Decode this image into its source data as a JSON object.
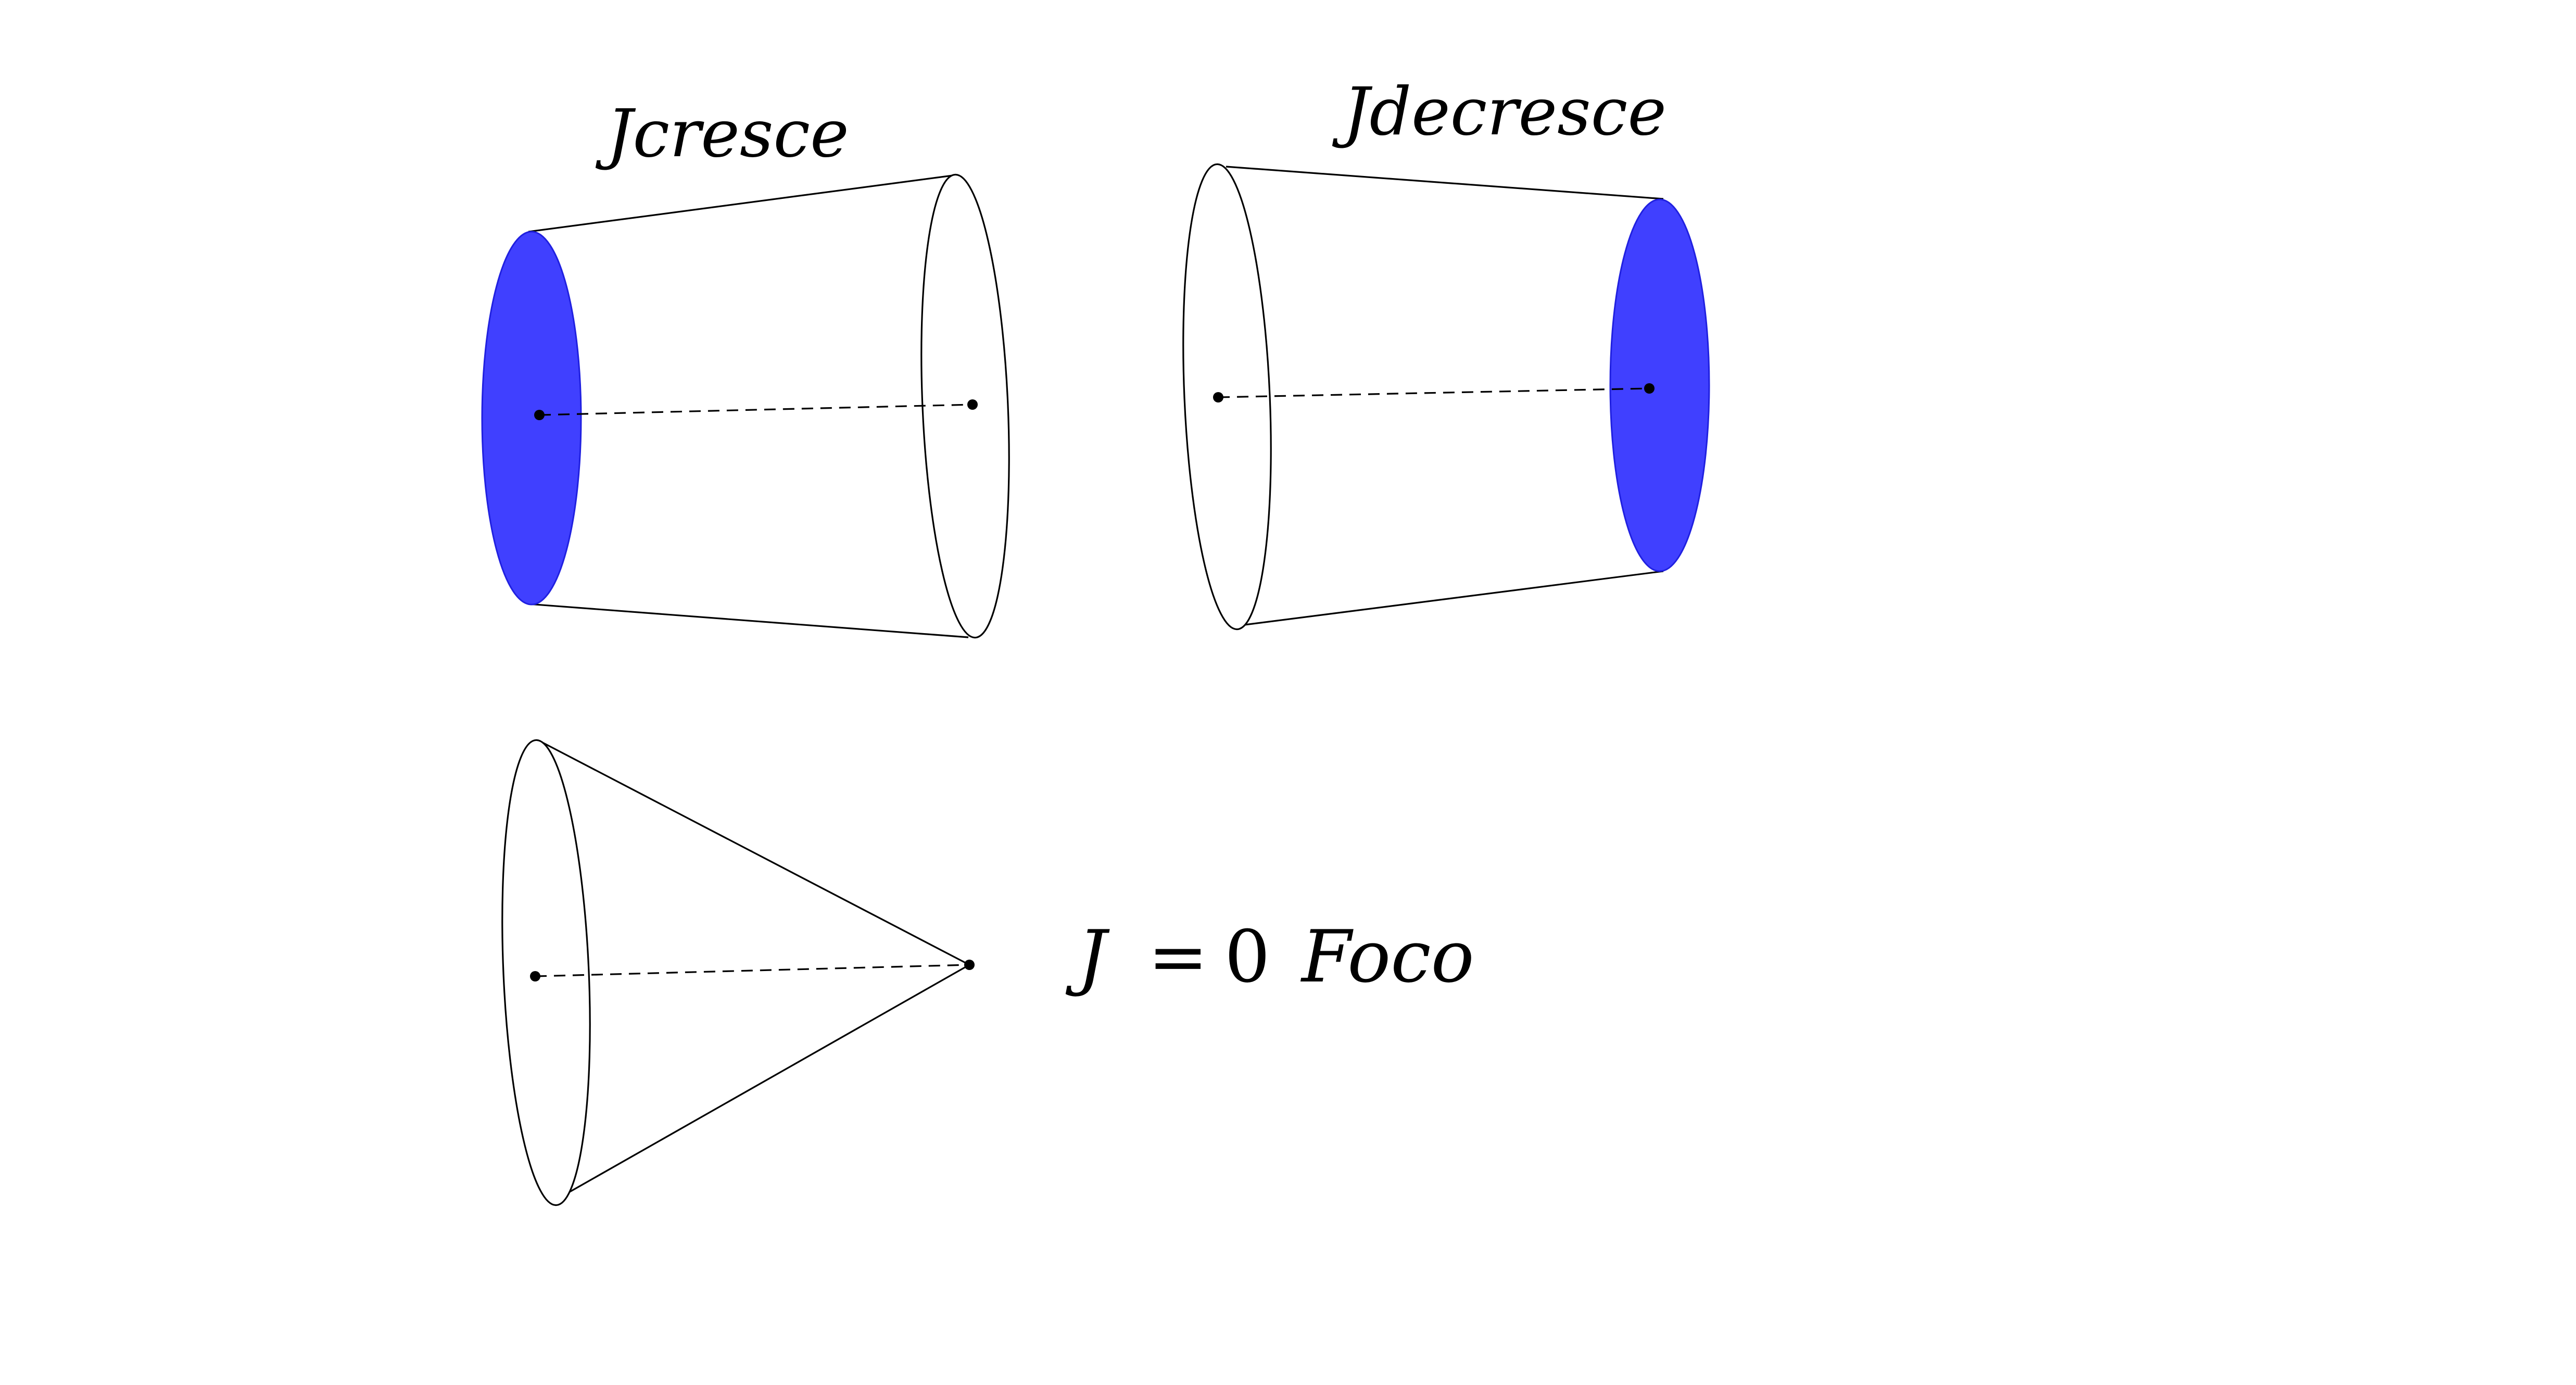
{
  "labels": {
    "growing": "Jcresce",
    "decreasing": "Jdecresce",
    "focus_j": "J",
    "focus_equals": "=",
    "focus_zero": "0",
    "focus_word": "Foco"
  },
  "colors": {
    "highlight_fill": "#4040ff",
    "highlight_stroke": "#2020e0",
    "line": "#000000",
    "background": "#ffffff"
  }
}
